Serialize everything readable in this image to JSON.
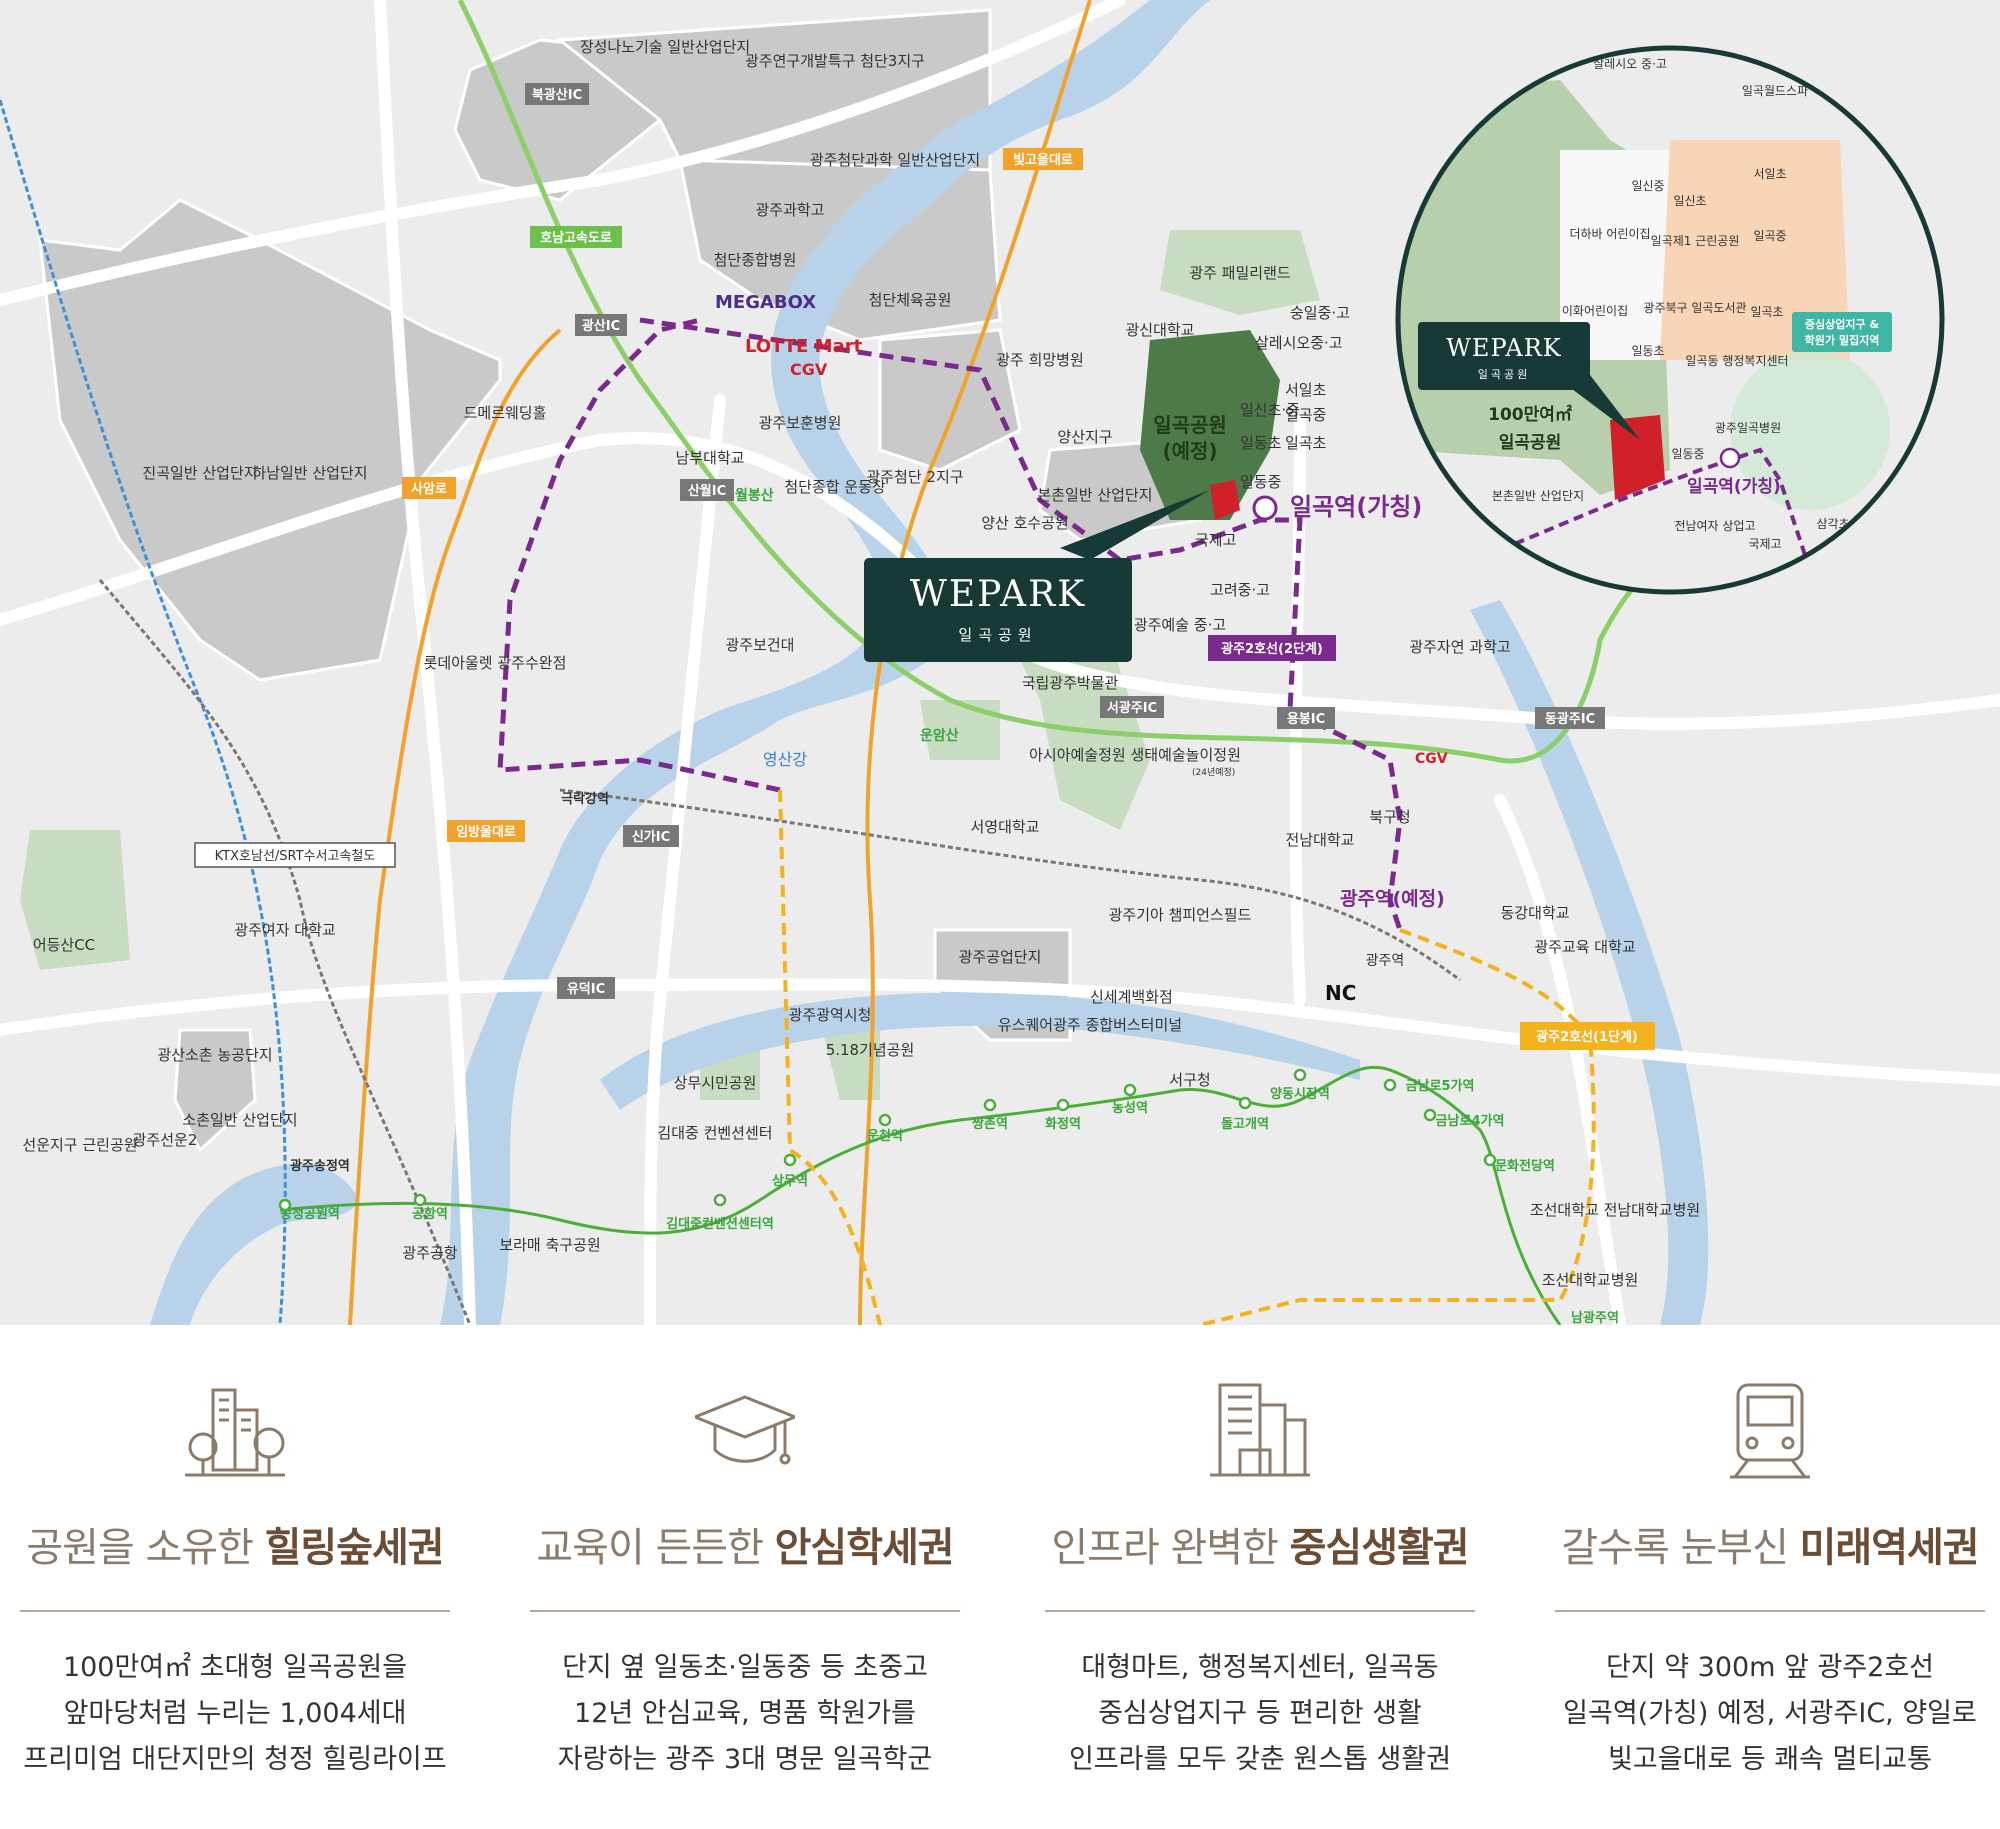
{
  "brand": {
    "name": "WEPARK",
    "sub": "일곡공원",
    "color": "#173a36"
  },
  "colors": {
    "route_purple": "#7a2a8c",
    "route_yellow": "#f3b21e",
    "metro_green": "#4cae3a",
    "road_orange": "#f0a22a",
    "park_green": "#4e7a4a",
    "site_red": "#d0202a",
    "feature_brown": "#6b4c34"
  },
  "map": {
    "roads": [
      "북광산IC",
      "빛고을대로",
      "호남고속도로",
      "광산IC",
      "사암로",
      "산월IC",
      "서광주IC",
      "용봉IC",
      "동광주IC",
      "임방울대로",
      "신가IC",
      "유덕IC",
      "KTX호남선/SRT수서고속철도"
    ],
    "places": [
      "장성나노기술 일반산업단지",
      "광주연구개발특구 첨단3지구",
      "광주첨단과학 일반산업단지",
      "광주과학고",
      "첨단종합병원",
      "첨단체육공원",
      "광주 희망병원",
      "광주 패밀리랜드",
      "광신대학교",
      "숭일중·고",
      "살레시오중·고",
      "서일초",
      "일신초·중",
      "일곡중",
      "일동초",
      "일곡초",
      "일동중",
      "양산지구",
      "본촌일반 산업단지",
      "양산 호수공원",
      "국제고",
      "고려중·고",
      "광주예술 중·고",
      "광주자연 과학고",
      "진곡일반 산업단지",
      "하남일반 산업단지",
      "드메르웨딩홀",
      "남부대학교",
      "광주보훈병원",
      "광주첨단 2지구",
      "첨단종합 운동장",
      "광주보건대",
      "롯데아울렛 광주수완점",
      "국립광주박물관",
      "아시아예술정원 생태예술놀이정원",
      "북구청",
      "전남대학교",
      "서영대학교",
      "광주기아 챔피언스필드",
      "동강대학교",
      "광주교육 대학교",
      "광주공업단지",
      "신세계백화점",
      "유스퀘어광주 종합버스터미널",
      "광주광역시청",
      "5.18기념공원",
      "상무시민공원",
      "김대중 컨벤션센터",
      "서구청",
      "어등산CC",
      "광주여자 대학교",
      "광산소촌 농공단지",
      "소촌일반 산업단지",
      "선운지구 근린공원",
      "광주선운2",
      "광주공항",
      "보라매 축구공원",
      "조선대학교 전남대학교병원",
      "조선대학교병원"
    ],
    "landmarks": [
      "월봉산",
      "운암산",
      "영산강"
    ],
    "brands": [
      "MEGABOX",
      "LOTTE Mart",
      "CGV",
      "NC"
    ],
    "park_label": [
      "일곡공원",
      "(예정)"
    ],
    "station_planned": "일곡역(가칭)",
    "gwangju_station_planned": "광주역(예정)",
    "gwangju_station": "광주역",
    "line2_phase2": "광주2호선(2단계)",
    "line2_phase1": "광주2호선(1단계)",
    "art_garden_note": "(24년예정)",
    "metro_stations": [
      "송정공원역",
      "공항역",
      "김대중컨벤션센터역",
      "상무역",
      "운천역",
      "쌍촌역",
      "화정역",
      "농성역",
      "돌고개역",
      "양동시장역",
      "금남로5가역",
      "금남로4가역",
      "문화전당역",
      "남광주역",
      "극락강역",
      "광주송정역"
    ]
  },
  "inset": {
    "labels": [
      "살레시오 중·고",
      "일곡월드스파",
      "일신중",
      "일신초",
      "서일초",
      "더하바 어린이집",
      "일곡제1 근린공원",
      "일곡중",
      "이화어린이집",
      "광주북구 일곡도서관",
      "일곡초",
      "일동초",
      "일곡동 행정복지센터",
      "광주일곡병원",
      "일동중",
      "본촌일반 산업단지",
      "전남여자 상업고",
      "국제고",
      "삼각초"
    ],
    "park": [
      "100만여㎡",
      "일곡공원"
    ],
    "station": "일곡역(가칭)",
    "callout": [
      "중심상업지구 &",
      "학원가 밀집지역"
    ]
  },
  "features": [
    {
      "icon": "city-park-icon",
      "title_prefix": "공원을 소유한 ",
      "title_highlight": "힐링숲세권",
      "desc": [
        "100만여㎡ 초대형 일곡공원을",
        "앞마당처럼 누리는 1,004세대",
        "프리미엄 대단지만의 청정 힐링라이프"
      ]
    },
    {
      "icon": "graduation-cap-icon",
      "title_prefix": "교육이 든든한 ",
      "title_highlight": "안심학세권",
      "desc": [
        "단지 옆 일동초·일동중 등 초중고",
        "12년 안심교육, 명품 학원가를",
        "자랑하는 광주 3대 명문 일곡학군"
      ]
    },
    {
      "icon": "buildings-icon",
      "title_prefix": "인프라 완벽한 ",
      "title_highlight": "중심생활권",
      "desc": [
        "대형마트, 행정복지센터, 일곡동",
        "중심상업지구 등 편리한 생활",
        "인프라를 모두 갖춘 원스톱 생활권"
      ]
    },
    {
      "icon": "train-icon",
      "title_prefix": "갈수록 눈부신 ",
      "title_highlight": "미래역세권",
      "desc": [
        "단지 약 300m 앞 광주2호선",
        "일곡역(가칭) 예정, 서광주IC, 양일로",
        "빛고을대로 등 쾌속 멀티교통"
      ]
    }
  ]
}
